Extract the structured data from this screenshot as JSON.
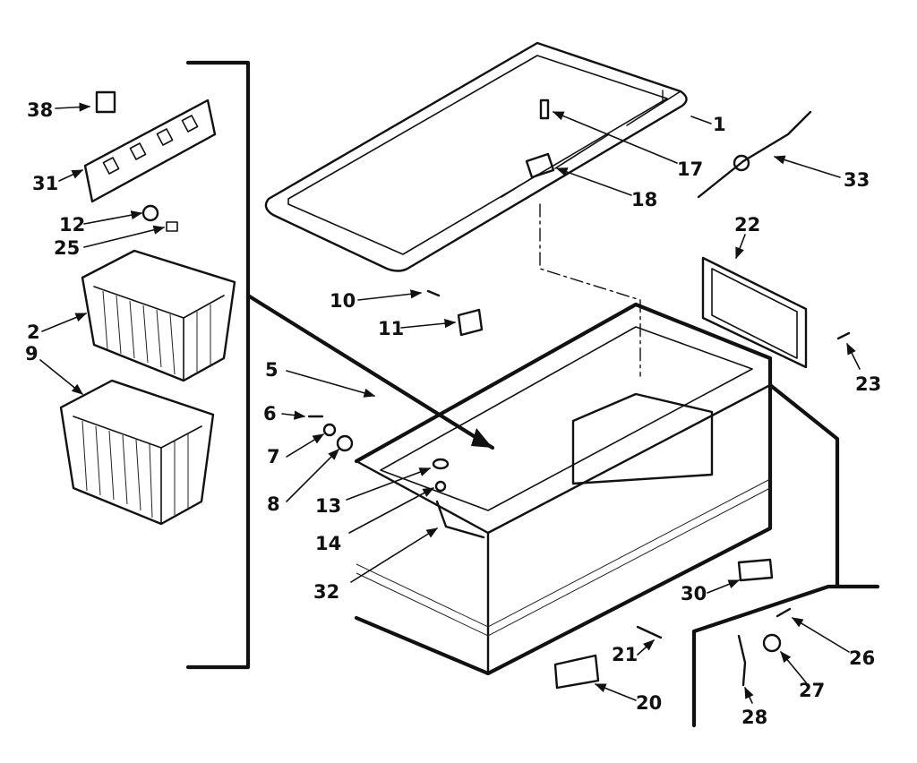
{
  "diagram": {
    "callouts": {
      "c1": "1",
      "c2": "2",
      "c5": "5",
      "c6": "6",
      "c7": "7",
      "c8": "8",
      "c9": "9",
      "c10": "10",
      "c11": "11",
      "c12": "12",
      "c13": "13",
      "c14": "14",
      "c17": "17",
      "c18": "18",
      "c20": "20",
      "c21": "21",
      "c22": "22",
      "c23": "23",
      "c25": "25",
      "c26": "26",
      "c27": "27",
      "c28": "28",
      "c30": "30",
      "c31": "31",
      "c32": "32",
      "c33": "33",
      "c38": "38"
    }
  }
}
